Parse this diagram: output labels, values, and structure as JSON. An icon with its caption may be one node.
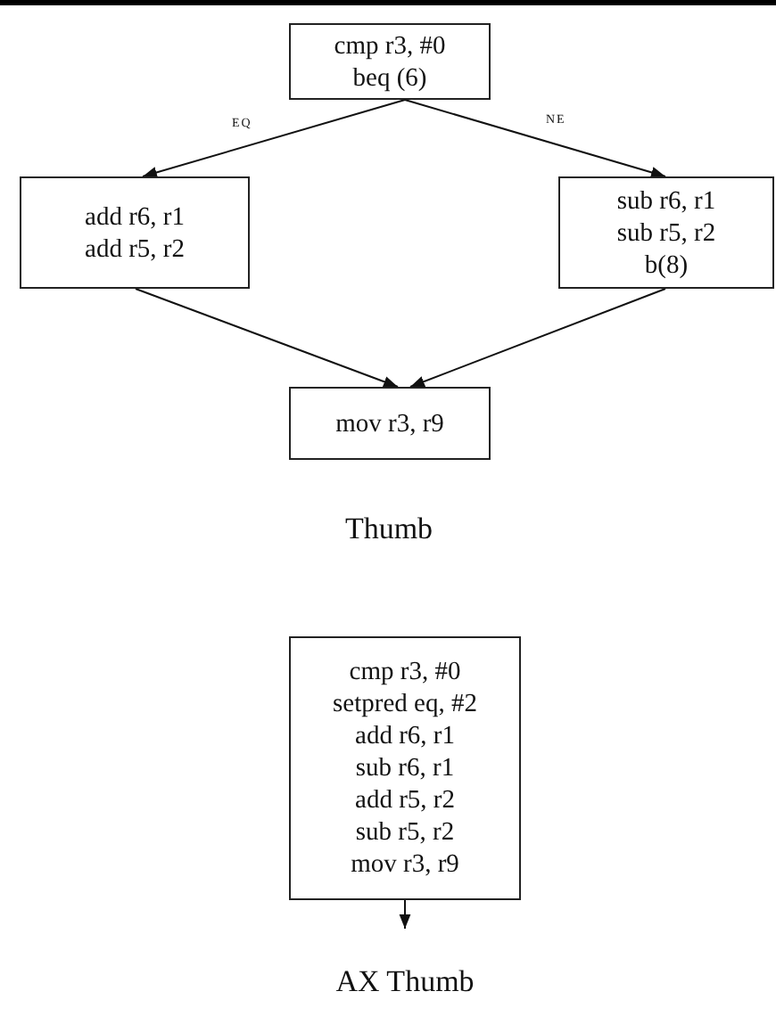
{
  "diagram": {
    "nodes": [
      {
        "text": [
          "cmp r3, #0",
          "beq (6)"
        ]
      },
      {
        "text": [
          "add r6, r1",
          "add r5, r2"
        ]
      },
      {
        "text": [
          "sub r6, r1",
          "sub r5, r2",
          "b(8)"
        ]
      },
      {
        "text": [
          "mov r3, r9"
        ]
      },
      {
        "text": [
          "cmp r3, #0",
          "setpred eq, #2",
          "add r6, r1",
          "sub r6, r1",
          "add r5, r2",
          "sub r5, r2",
          "mov r3, r9"
        ]
      }
    ],
    "edges": [
      {
        "from": 0,
        "to": 1,
        "arrow": "to",
        "label": "EQ"
      },
      {
        "from": 0,
        "to": 2,
        "arrow": "to",
        "label": "NE"
      },
      {
        "from": 1,
        "to": 3,
        "arrow": "to"
      },
      {
        "from": 2,
        "to": 3,
        "arrow": "to"
      },
      {
        "from": 4,
        "to": null,
        "arrow": "to"
      }
    ],
    "labels": [
      "Thumb",
      "AX Thumb"
    ]
  }
}
